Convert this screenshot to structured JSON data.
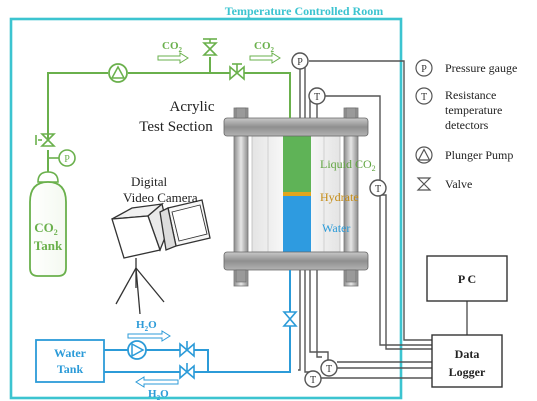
{
  "room": {
    "label": "Temperature Controlled Room"
  },
  "test_section": {
    "label_line1": "Acrylic",
    "label_line2": "Test Section",
    "liquid_co2": {
      "label_main": "Liquid CO",
      "label_sub": "2"
    },
    "hydrate": {
      "label": "Hydrate"
    },
    "water": {
      "label": "Water"
    }
  },
  "camera": {
    "label_line1": "Digital",
    "label_line2": "Video Camera"
  },
  "co2_tank": {
    "label_main": "CO",
    "label_sub": "2",
    "label_line2": "Tank"
  },
  "water_tank": {
    "label_line1": "Water",
    "label_line2": "Tank"
  },
  "flows": {
    "co2_left": {
      "main": "CO",
      "sub": "2"
    },
    "co2_right": {
      "main": "CO",
      "sub": "2"
    },
    "h2o_top": {
      "main": "H",
      "sub": "2",
      "tail": "O"
    },
    "h2o_bottom": {
      "main": "H",
      "sub": "2",
      "tail": "O"
    }
  },
  "instrument_symbols": {
    "pressure": "P",
    "temperature": "T"
  },
  "pc": {
    "label": "P C"
  },
  "data_logger": {
    "label_line1": "Data",
    "label_line2": "Logger"
  },
  "legend": {
    "pressure_gauge": {
      "symbol": "P",
      "label": "Pressure gauge"
    },
    "rtd": {
      "symbol": "T",
      "label_line1": "Resistance",
      "label_line2": "temperature",
      "label_line3": "detectors"
    },
    "plunger_pump": {
      "label": "Plunger Pump"
    },
    "valve": {
      "label": "Valve"
    }
  },
  "colors": {
    "room": "#3cc4d0",
    "co2_line": "#6ab04c",
    "water_line": "#2c9bd8",
    "signal_line": "#555555",
    "liquid_co2_fill": "#5fb357",
    "hydrate_fill": "#e2a51c",
    "water_fill": "#2e9be0",
    "flange": "#9a9a9a"
  }
}
